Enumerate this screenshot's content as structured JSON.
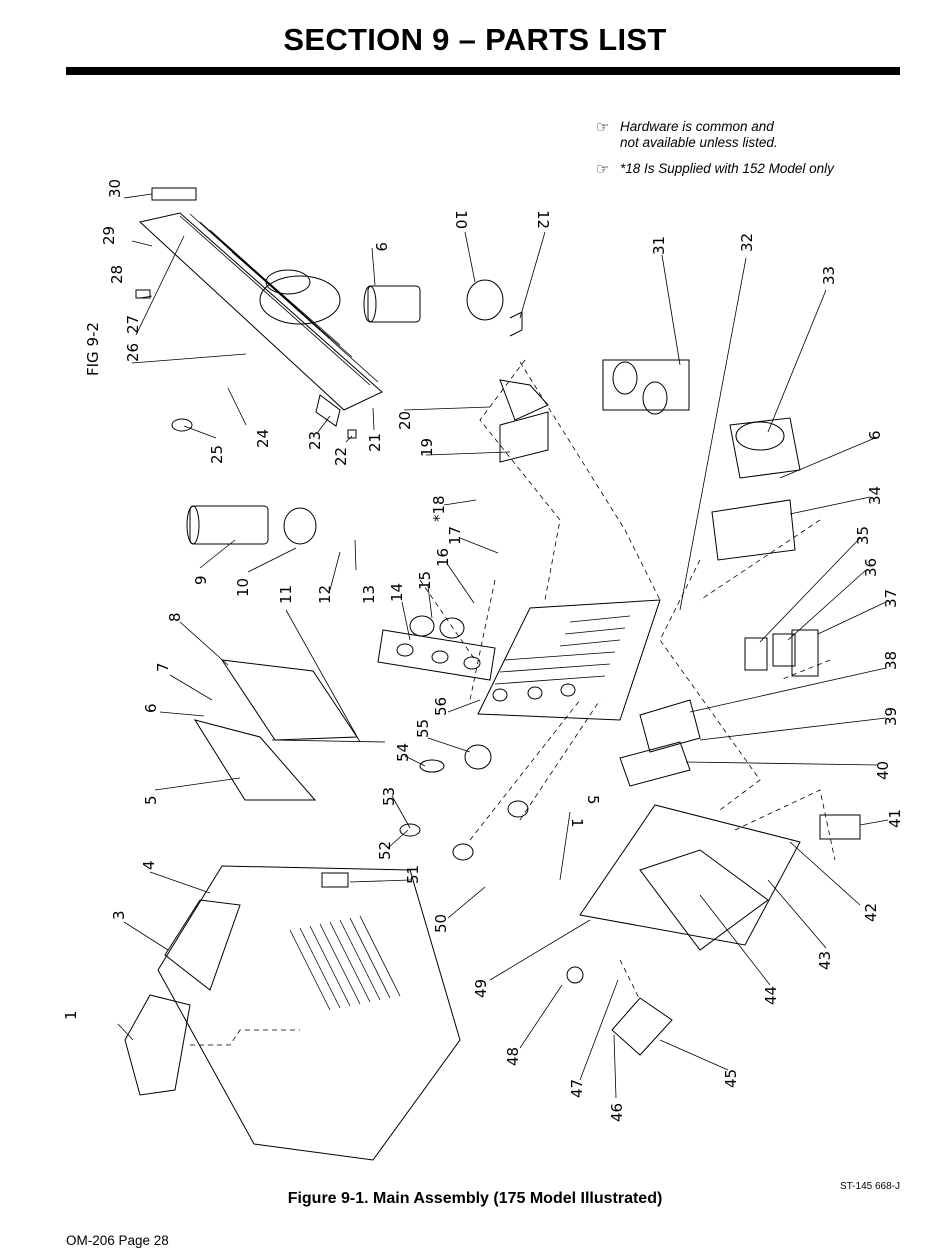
{
  "header": {
    "title": "SECTION 9 – PARTS LIST"
  },
  "notes": [
    {
      "icon": "pointing-hand-icon",
      "text": "Hardware is common and\nnot available unless listed."
    },
    {
      "icon": "pointing-hand-icon",
      "text": "*18 Is Supplied with 152 Model only"
    }
  ],
  "diagram": {
    "figure_ref": "FIG 9-2",
    "callouts": [
      "1",
      "3",
      "4",
      "5",
      "6",
      "7",
      "8",
      "9",
      "10",
      "11",
      "12",
      "13",
      "14",
      "15",
      "16",
      "17",
      "*18",
      "19",
      "20",
      "21",
      "22",
      "23",
      "24",
      "25",
      "26",
      "27",
      "28",
      "29",
      "30",
      "31",
      "32",
      "33",
      "34",
      "35",
      "36",
      "37",
      "38",
      "39",
      "40",
      "41",
      "42",
      "43",
      "44",
      "45",
      "46",
      "47",
      "48",
      "49",
      "50",
      "51",
      "52",
      "53",
      "54",
      "55",
      "56"
    ]
  },
  "figure": {
    "code": "ST-145 668-J",
    "caption": "Figure 9-1. Main Assembly (175 Model Illustrated)"
  },
  "footer": {
    "page": "OM-206 Page 28"
  }
}
